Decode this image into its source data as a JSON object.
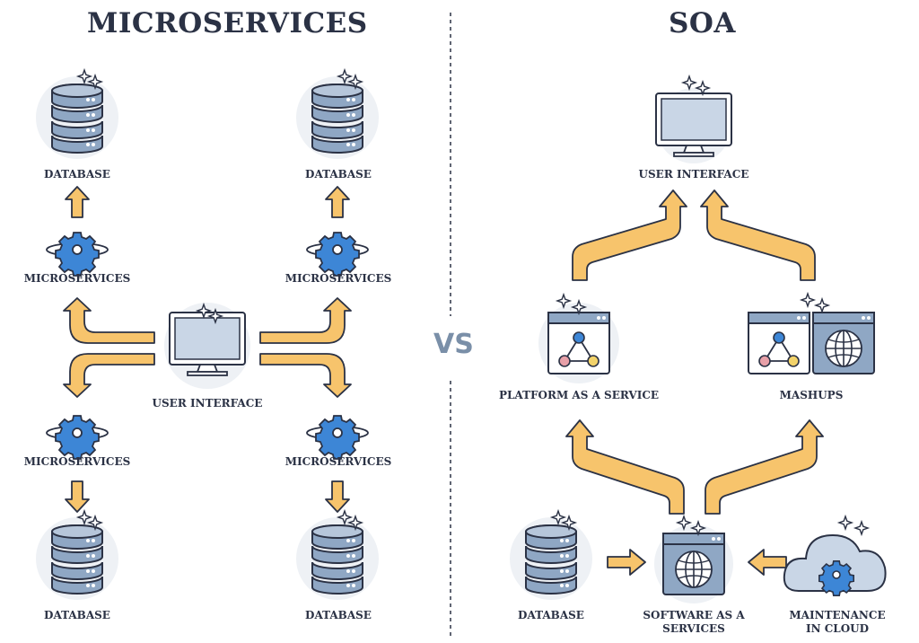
{
  "titles": {
    "left": "MICROSERVICES",
    "right": "SOA"
  },
  "vs": "VS",
  "left": {
    "top_left_database": "DATABASE",
    "top_right_database": "DATABASE",
    "upper_left_microservices": "MICROSERVICES",
    "upper_right_microservices": "MICROSERVICES",
    "user_interface": "USER INTERFACE",
    "lower_left_microservices": "MICROSERVICES",
    "lower_right_microservices": "MICROSERVICES",
    "bottom_left_database": "DATABASE",
    "bottom_right_database": "DATABASE"
  },
  "right": {
    "user_interface": "USER INTERFACE",
    "platform": "PLATFORM AS A SERVICE",
    "mashups": "MASHUPS",
    "database": "DATABASE",
    "software_line1": "SOFTWARE AS A",
    "software_line2": "SERVICES",
    "maintenance_line1": "MAINTENANCE",
    "maintenance_line2": "IN CLOUD"
  },
  "colors": {
    "arrow_fill": "#f7c46c",
    "outline": "#2b3245",
    "db_fill": "#8fa7c4",
    "gear_fill": "#3d86d6",
    "circle_bg": "#eef1f5",
    "vs_text": "#7a8fa8"
  }
}
